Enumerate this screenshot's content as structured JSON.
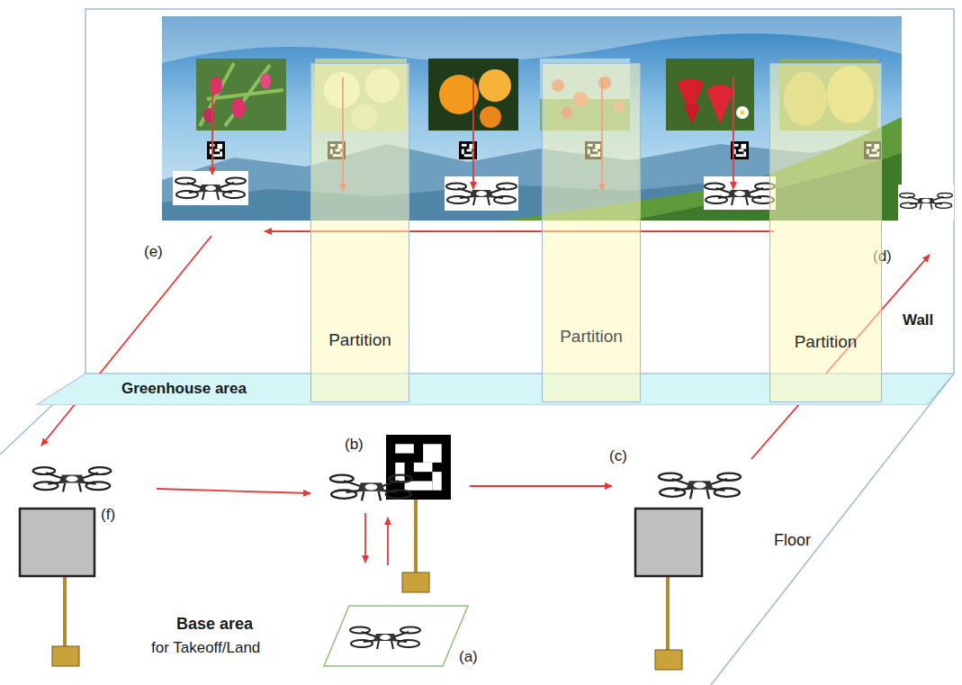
{
  "diagram": {
    "nodes": [
      {
        "text": [
          "Partition"
        ]
      },
      {
        "text": [
          "Partition"
        ]
      },
      {
        "text": [
          "Partition"
        ]
      },
      {
        "text": [
          "Greenhouse area"
        ]
      }
    ],
    "labels": [
      "(e)",
      "(d)",
      "Wall",
      "(b)",
      "(c)",
      "(f)",
      "Floor",
      "Base area",
      "for Takeoff/Land",
      "(a)"
    ]
  }
}
